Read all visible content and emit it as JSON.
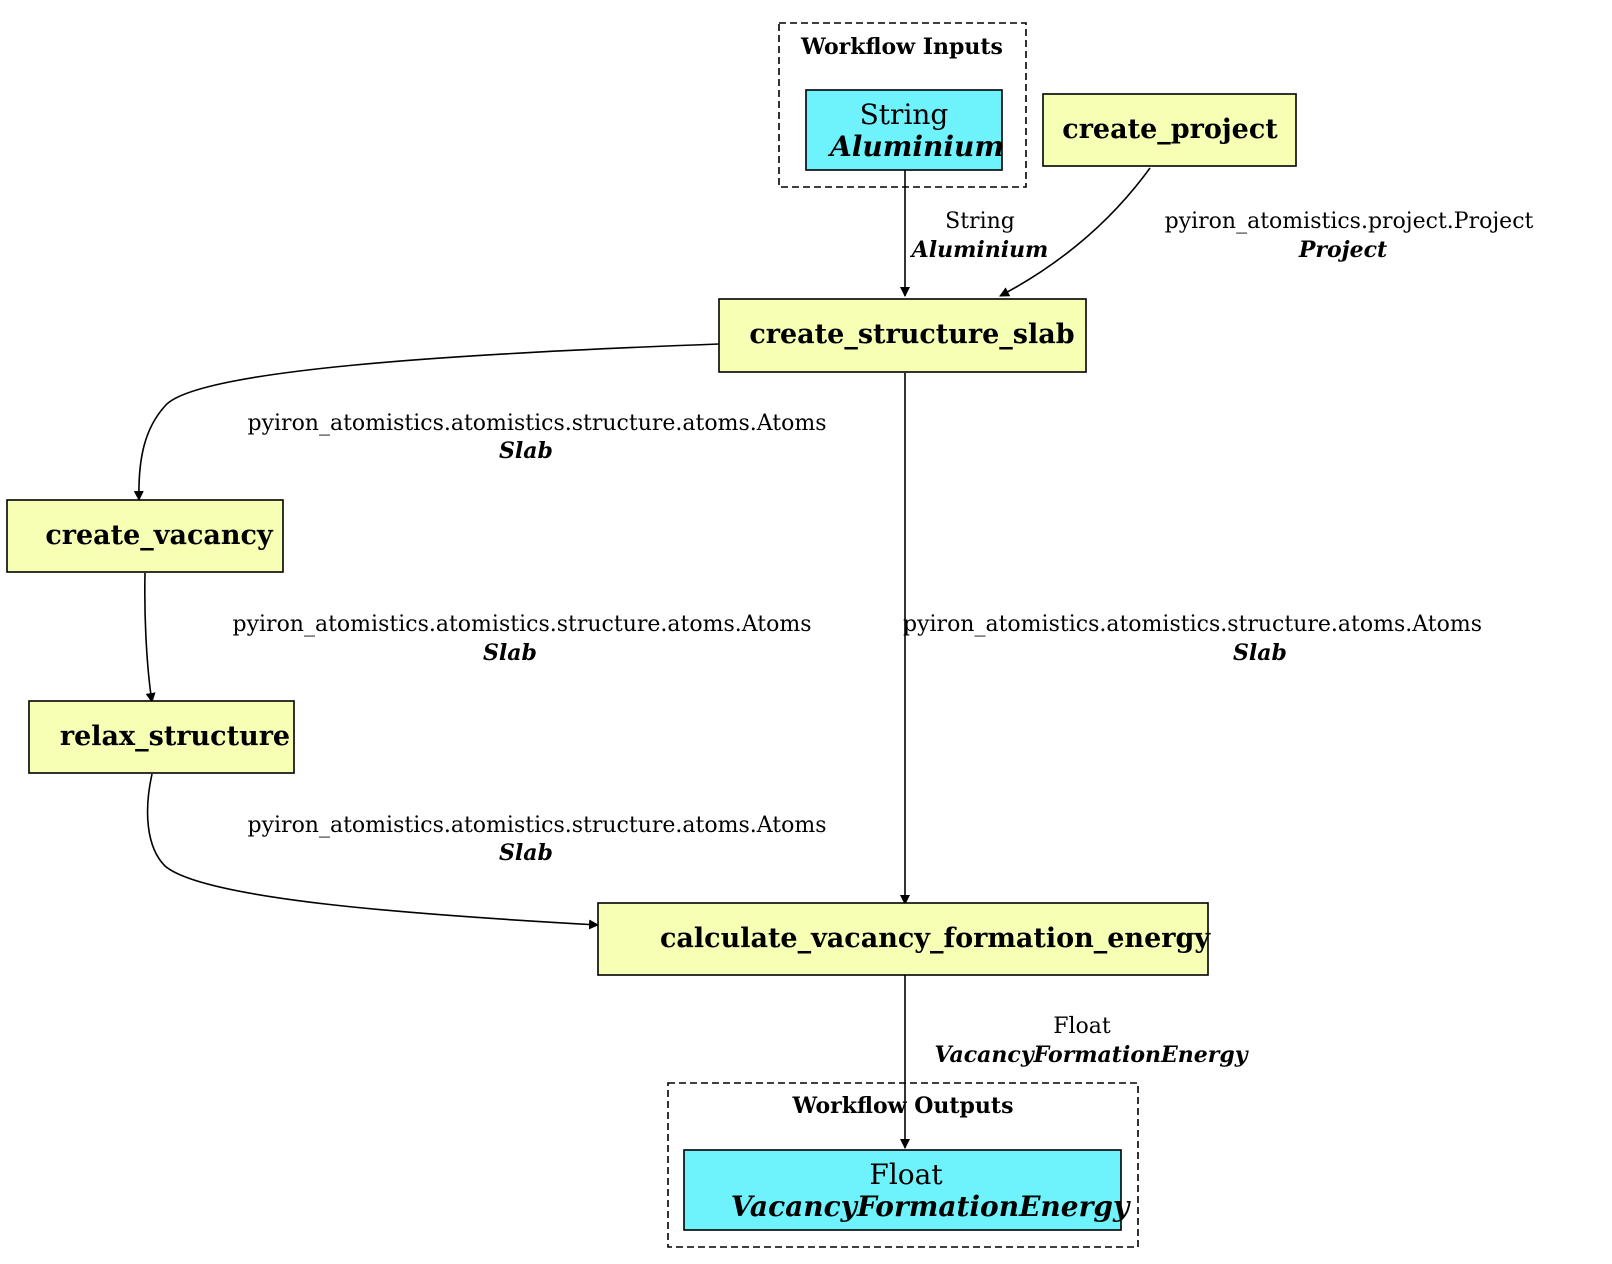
{
  "clusters": {
    "inputs": {
      "title": "Workflow Inputs"
    },
    "outputs": {
      "title": "Workflow Outputs"
    }
  },
  "nodes": {
    "input_string": {
      "type_label": "String",
      "name": "Aluminium"
    },
    "create_project": {
      "label": "create_project"
    },
    "create_structure_slab": {
      "label": "create_structure_slab"
    },
    "create_vacancy": {
      "label": "create_vacancy"
    },
    "relax_structure": {
      "label": "relax_structure"
    },
    "calculate_vacancy_formation_energy": {
      "label": "calculate_vacancy_formation_energy"
    },
    "output_float": {
      "type_label": "Float",
      "name": "VacancyFormationEnergy"
    }
  },
  "edges": {
    "input_to_slab": {
      "type_label": "String",
      "name": "Aluminium"
    },
    "project_to_slab": {
      "type_label": "pyiron_atomistics.project.Project",
      "name": "Project"
    },
    "slab_to_vacancy": {
      "type_label": "pyiron_atomistics.atomistics.structure.atoms.Atoms",
      "name": "Slab"
    },
    "vacancy_to_relax": {
      "type_label": "pyiron_atomistics.atomistics.structure.atoms.Atoms",
      "name": "Slab"
    },
    "slab_to_calc": {
      "type_label": "pyiron_atomistics.atomistics.structure.atoms.Atoms",
      "name": "Slab"
    },
    "relax_to_calc": {
      "type_label": "pyiron_atomistics.atomistics.structure.atoms.Atoms",
      "name": "Slab"
    },
    "calc_to_output": {
      "type_label": "Float",
      "name": "VacancyFormationEnergy"
    }
  },
  "colors": {
    "function_node_fill": "#f7ffb5",
    "io_node_fill": "#6ef3fc",
    "stroke": "#000000",
    "background": "#ffffff"
  }
}
